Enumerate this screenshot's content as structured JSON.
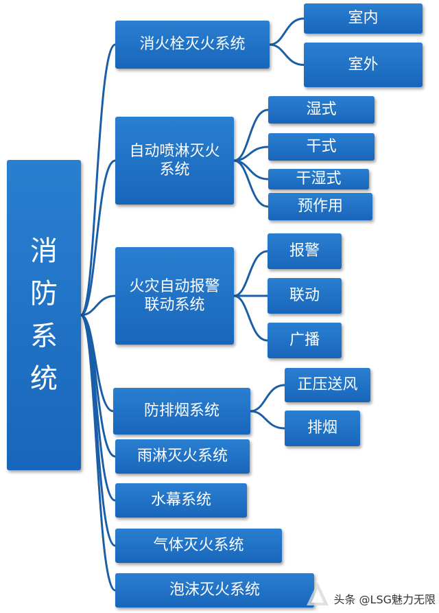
{
  "diagram": {
    "root": {
      "label": "消\n防\n系\n统"
    },
    "branches": [
      {
        "label": "消火栓灭火系统",
        "children": [
          "室内",
          "室外"
        ]
      },
      {
        "label": "自动喷淋灭火\n系统",
        "children": [
          "湿式",
          "干式",
          "干湿式",
          "预作用"
        ]
      },
      {
        "label": "火灾自动报警\n联动系统",
        "children": [
          "报警",
          "联动",
          "广播"
        ]
      },
      {
        "label": "防排烟系统",
        "children": [
          "正压送风",
          "排烟"
        ]
      },
      {
        "label": "雨淋灭火系统",
        "children": []
      },
      {
        "label": "水幕系统",
        "children": []
      },
      {
        "label": "气体灭火系统",
        "children": []
      },
      {
        "label": "泡沫灭火系统",
        "children": []
      }
    ]
  },
  "watermark": {
    "text": "头条 @LSG魅力无限"
  },
  "colors": {
    "box": "#1f6fc4",
    "line": "#1a5ea8",
    "text": "#ffffff"
  }
}
